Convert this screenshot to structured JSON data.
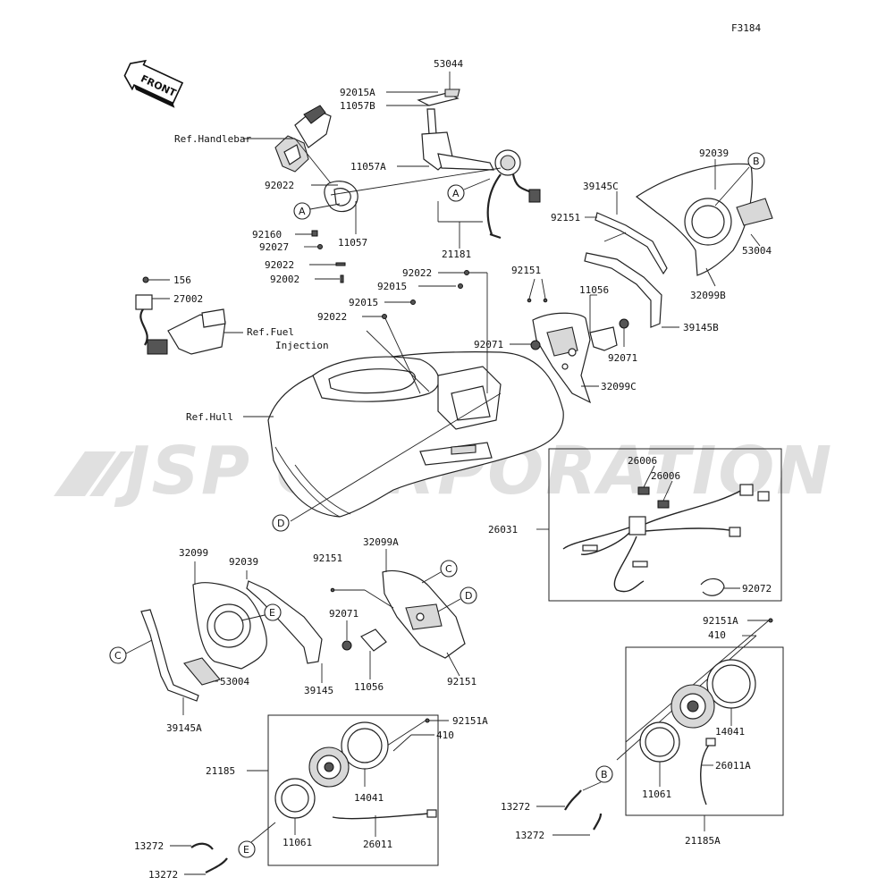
{
  "figure_code": "F3184",
  "front_badge": "FRONT",
  "watermark": "JSP CORPORATION",
  "refs": {
    "handlebar": "Ref.Handlebar",
    "fuel_line1": "Ref.Fuel",
    "fuel_line2": "Injection",
    "hull": "Ref.Hull"
  },
  "callouts": {
    "A": "A",
    "B": "B",
    "C": "C",
    "D": "D",
    "E": "E"
  },
  "parts": {
    "p53044": "53044",
    "p92015A": "92015A",
    "p11057B": "11057B",
    "p11057A": "11057A",
    "p92022_top": "92022",
    "p11057": "11057",
    "p92160": "92160",
    "p92027": "92027",
    "p92022_b": "92022",
    "p92002": "92002",
    "p21181": "21181",
    "p156": "156",
    "p27002": "27002",
    "p92022_c": "92022",
    "p92015_c": "92015",
    "p92015_d": "92015",
    "p92022_d": "92022",
    "p39145C": "39145C",
    "p92151_r1": "92151",
    "p92039_r": "92039",
    "p53004_r": "53004",
    "p32099B": "32099B",
    "p92151_r2": "92151",
    "p11056_r": "11056",
    "p39145B": "39145B",
    "p92071_r1": "92071",
    "p92071_r2": "92071",
    "p32099C": "32099C",
    "p26006_a": "26006",
    "p26006_b": "26006",
    "p26031": "26031",
    "p92072": "92072",
    "p32099": "32099",
    "p92039_l": "92039",
    "p32099A": "32099A",
    "p92151_m1": "92151",
    "p92071_m": "92071",
    "p11056_m": "11056",
    "p92151_m2": "92151",
    "p53004_l": "53004",
    "p39145": "39145",
    "p39145A": "39145A",
    "p92151A_r": "92151A",
    "p410_r": "410",
    "p14041_r": "14041",
    "p26011A": "26011A",
    "p11061_r": "11061",
    "p13272_r1": "13272",
    "p13272_r2": "13272",
    "p21185A": "21185A",
    "p92151A_l": "92151A",
    "p410_l": "410",
    "p21185": "21185",
    "p14041_l": "14041",
    "p11061_l": "11061",
    "p26011": "26011",
    "p13272_l1": "13272",
    "p13272_l2": "13272"
  }
}
